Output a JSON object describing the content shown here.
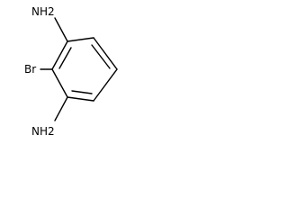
{
  "molecule": {
    "atoms": {
      "nh2_top": "NH2",
      "br": "Br",
      "nh2_bottom": "NH2"
    }
  },
  "colors": {
    "background": "#ffffff",
    "ink": "#000000"
  }
}
